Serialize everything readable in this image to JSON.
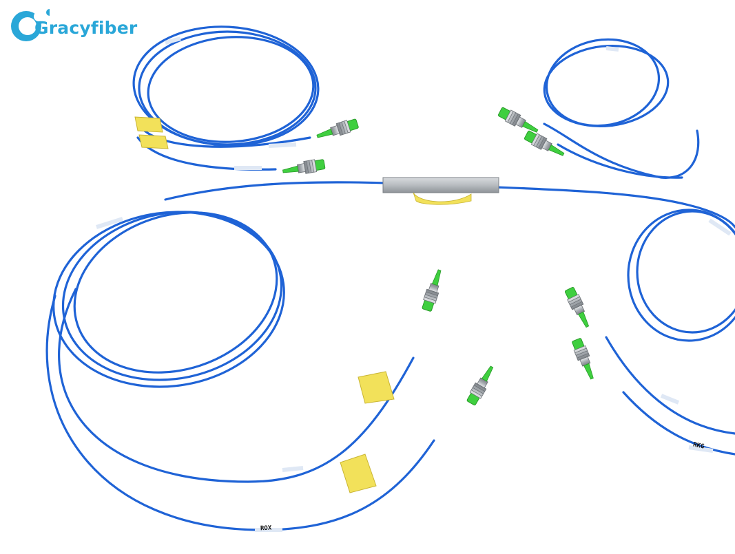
{
  "brand": {
    "name": "Gracyfiber",
    "color": "#2aa7d8"
  },
  "colors": {
    "fiber": "#1f63d6",
    "fiber_dark": "#1449b0",
    "connector_boot": "#3fcf3f",
    "connector_metal": "#a9aeb3",
    "tape": "#f2e15a",
    "splitter_body": "#b8bcc0",
    "background": "#ffffff"
  },
  "labels": {
    "tag_bottom": "ROX",
    "tag_right": "RKG"
  }
}
